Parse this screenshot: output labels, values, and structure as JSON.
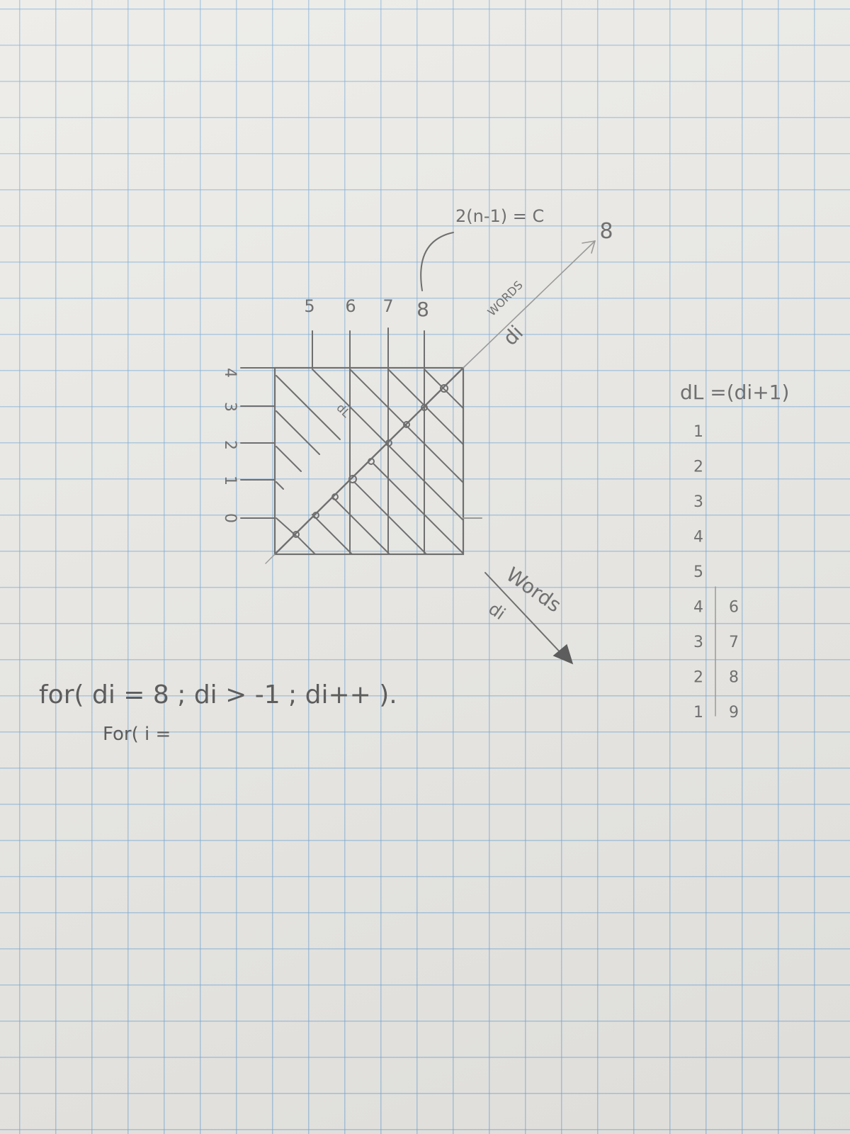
{
  "diagram": {
    "top_column_labels": [
      "5",
      "6",
      "7",
      "8"
    ],
    "left_row_labels": [
      "4",
      "3",
      "2",
      "1",
      "0"
    ],
    "inner_label": "dL",
    "formula_top": "2(n-1) = C",
    "arrow_upper_end_label": "8",
    "arrow_upper_labels": [
      "WORDS",
      "di"
    ],
    "arrow_lower_labels": [
      "Words",
      "di"
    ]
  },
  "side_table": {
    "header": "dL =(di+1)",
    "rows": [
      [
        "1",
        ""
      ],
      [
        "2",
        ""
      ],
      [
        "3",
        ""
      ],
      [
        "4",
        ""
      ],
      [
        "5",
        ""
      ],
      [
        "4",
        "6"
      ],
      [
        "3",
        "7"
      ],
      [
        "2",
        "8"
      ],
      [
        "1",
        "9"
      ]
    ]
  },
  "code": {
    "line1": "for( di = 8 ;  di > -1 ;  di++ ).",
    "line2": "For( i ="
  }
}
